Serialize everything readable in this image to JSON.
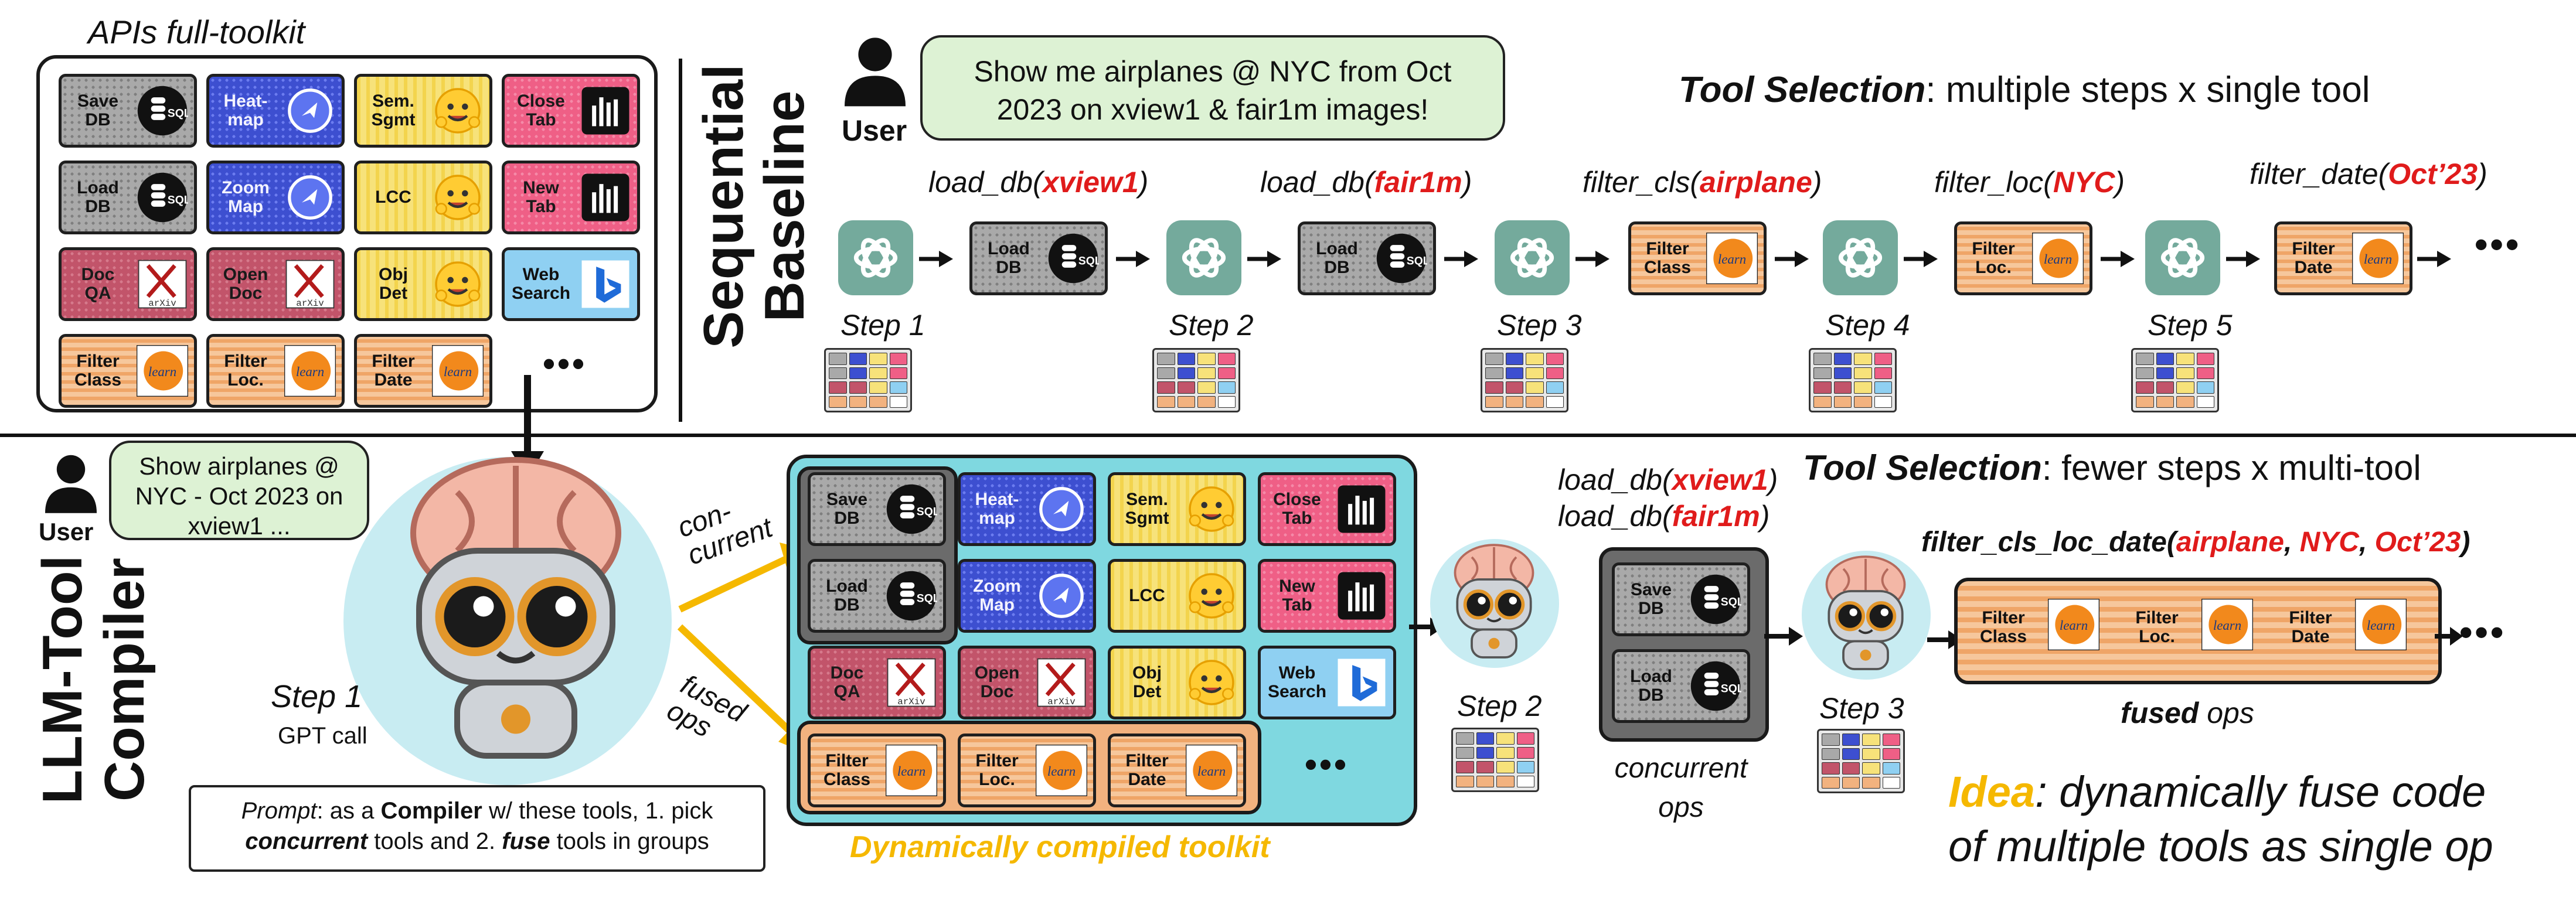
{
  "title_api": "APIs full-toolkit",
  "sequential": {
    "title_line1": "Sequential",
    "title_line2": "Baseline",
    "user_label": "User",
    "prompt": "Show me airplanes @ NYC from Oct 2023 on xview1 & fair1m images!",
    "tool_selection_head": "Tool Selection",
    "tool_selection_rest": ": multiple steps x single tool",
    "steps": [
      {
        "label": "Step 1",
        "fn_prefix": "load_db(",
        "fn_arg": "xview1",
        "fn_suffix": ")",
        "tool": "Load DB"
      },
      {
        "label": "Step 2",
        "fn_prefix": "load_db(",
        "fn_arg": "fair1m",
        "fn_suffix": ")",
        "tool": "Load DB"
      },
      {
        "label": "Step 3",
        "fn_prefix": "filter_cls(",
        "fn_arg": "airplane",
        "fn_suffix": ")",
        "tool": "Filter Class"
      },
      {
        "label": "Step 4",
        "fn_prefix": "filter_loc(",
        "fn_arg": "NYC",
        "fn_suffix": ")",
        "tool": "Filter Loc."
      },
      {
        "label": "Step 5",
        "fn_prefix": "filter_date(",
        "fn_arg": "Oct’23",
        "fn_suffix": ")",
        "tool": "Filter Date"
      }
    ],
    "ellipsis": "•••"
  },
  "toolkit": [
    {
      "label": "Save DB",
      "color": "gray",
      "icon": "sql-icon"
    },
    {
      "label": "Heat-map",
      "color": "blue",
      "icon": "maps-icon"
    },
    {
      "label": "Sem. Sgmt",
      "color": "yellow",
      "icon": "huggingface-icon"
    },
    {
      "label": "Close Tab",
      "color": "pink",
      "icon": "equalizer-icon"
    },
    {
      "label": "Load DB",
      "color": "gray",
      "icon": "sql-icon"
    },
    {
      "label": "Zoom Map",
      "color": "blue",
      "icon": "maps-icon"
    },
    {
      "label": "LCC",
      "color": "yellow",
      "icon": "huggingface-icon"
    },
    {
      "label": "New Tab",
      "color": "pink",
      "icon": "equalizer-icon"
    },
    {
      "label": "Doc QA",
      "color": "red",
      "icon": "arxiv-icon"
    },
    {
      "label": "Open Doc",
      "color": "red",
      "icon": "arxiv-icon"
    },
    {
      "label": "Obj Det",
      "color": "yellow",
      "icon": "huggingface-icon"
    },
    {
      "label": "Web Search",
      "color": "lightblue",
      "icon": "bing-icon"
    },
    {
      "label": "Filter Class",
      "color": "orange",
      "icon": "sklearn-icon"
    },
    {
      "label": "Filter Loc.",
      "color": "orange",
      "icon": "sklearn-icon"
    },
    {
      "label": "Filter Date",
      "color": "orange",
      "icon": "sklearn-icon"
    }
  ],
  "compiler": {
    "title_line1": "LLM-Tool",
    "title_line2": "Compiler",
    "user_label": "User",
    "prompt": "Show airplanes @ NYC - Oct 2023 on xview1 ...",
    "step1": "Step 1",
    "gpt_call": "GPT call",
    "arrow_concurrent": "con-current",
    "arrow_fused": "fused ops",
    "prompt_box_parts": [
      "Prompt",
      ": as a ",
      "Compiler",
      " w/ these tools, 1. pick ",
      "concurrent",
      " tools and 2. ",
      "fuse",
      " tools in groups"
    ],
    "compiled_caption": "Dynamically compiled toolkit",
    "step2": "Step 2",
    "step2_fn1_prefix": "load_db(",
    "step2_fn1_arg": "xview1",
    "step2_fn2_prefix": "load_db(",
    "step2_fn2_arg": "fair1m",
    "fn_suffix": ")",
    "concurrent_ops": "concurrent ops",
    "step3": "Step 3",
    "tool_selection_head": "Tool Selection",
    "tool_selection_rest": ": fewer steps x multi-tool",
    "fused_fn_prefix": "filter_cls_loc_date(",
    "fused_args": [
      "airplane",
      "NYC",
      "Oct’23"
    ],
    "fused_label_bold": "fused",
    "fused_label_rest": " ops",
    "idea_head": "Idea",
    "idea_rest1": ": dynamically fuse code",
    "idea_rest2": "of multiple tools as single op",
    "ellipsis": "•••"
  },
  "colors": {
    "accent_red": "#e01b1b",
    "idea_yellow": "#f5b800",
    "compiled_bg": "#7fd8e0",
    "bubble_green": "#ddf2d4"
  }
}
